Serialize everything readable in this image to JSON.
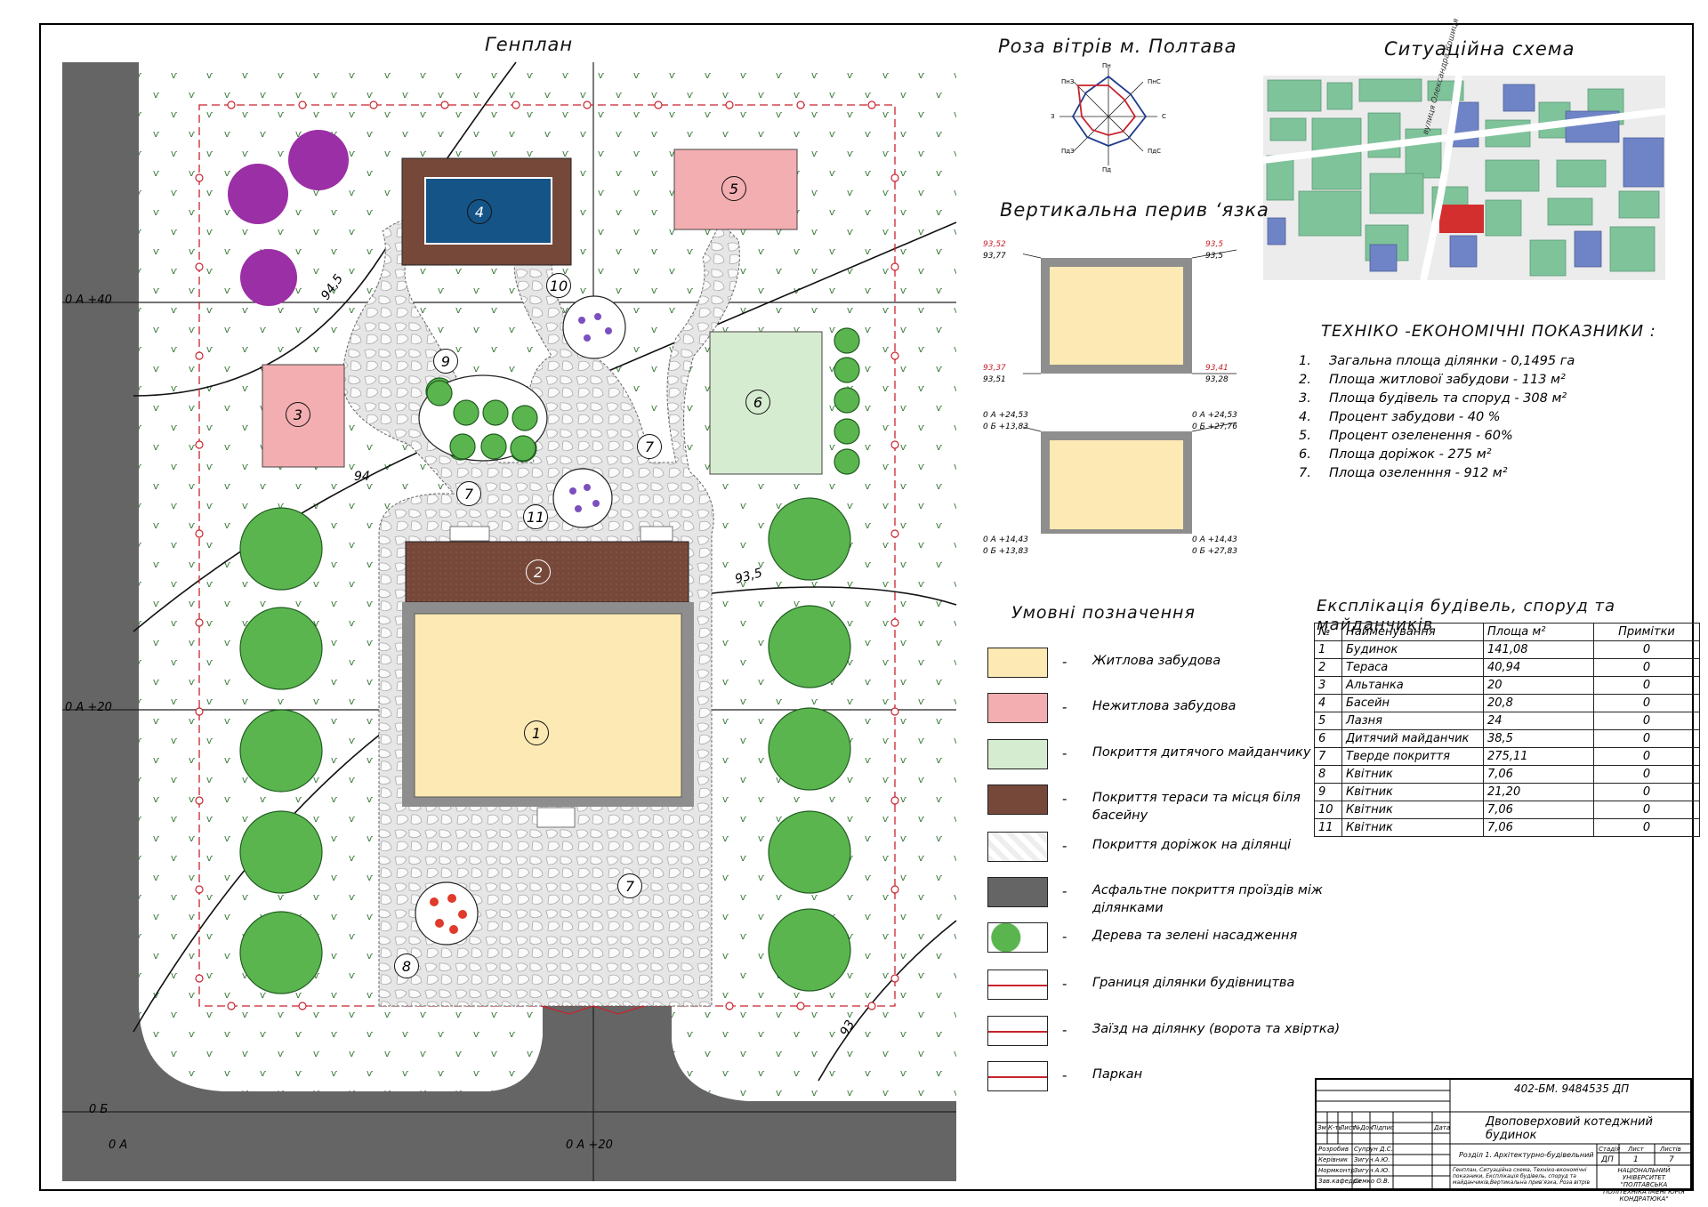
{
  "titles": {
    "genplan": "Генплан",
    "wind_rose": "Роза вітрів м. Полтава",
    "situation": "Ситуаційна схема",
    "vertical": "Вертикальна перив ‘язка",
    "tep": "ТЕХНІКО -ЕКОНОМІЧНІ ПОКАЗНИКИ :",
    "legend": "Умовні позначення",
    "explication": "Експлікація будівель, споруд та майданчиків"
  },
  "plan": {
    "axis_labels": {
      "a40": "0 А +40",
      "a20": "0 А +20",
      "b0": "0 Б",
      "a0": "0 А",
      "a20_bottom": "0 А +20"
    },
    "contours": [
      "94,5",
      "94",
      "93,5",
      "93"
    ],
    "markers": [
      "1",
      "2",
      "3",
      "4",
      "5",
      "6",
      "7",
      "7",
      "7",
      "8",
      "9",
      "10",
      "11"
    ],
    "street_label": "вулиця Олександра Кошиця",
    "colors": {
      "residential": "#fde9b3",
      "nonres": "#f3aeb1",
      "playground": "#d6ecd0",
      "terrace": "#76483a",
      "pool": "#155487",
      "asphalt": "#656565",
      "border": "#c8232c"
    }
  },
  "wind_rose": {
    "directions": [
      "Пн",
      "ПнС",
      "С",
      "ПдС",
      "Пд",
      "ПдЗ",
      "З",
      "ПнЗ"
    ]
  },
  "vertical": {
    "top": {
      "tl_red": "93,52",
      "tl": "93,77",
      "tr_red": "93,5",
      "tr": "93,5",
      "bl_red": "93,37",
      "bl": "93,51",
      "br_red": "93,41",
      "br": "93,28"
    },
    "bottom": {
      "tl1": "0 А +24,53",
      "tl2": "0 Б +13,83",
      "tr1": "0 А +24,53",
      "tr2": "0 Б +27,76",
      "bl1": "0 А +14,43",
      "bl2": "0 Б +13,83",
      "br1": "0 А +14,43",
      "br2": "0 Б +27,83"
    }
  },
  "tep": [
    {
      "n": "1.",
      "text": "Загальна площа ділянки - 0,1495 га"
    },
    {
      "n": "2.",
      "text": "Площа житлової забудови - 113 м²"
    },
    {
      "n": "3.",
      "text": "Площа будівель та споруд - 308 м²"
    },
    {
      "n": "4.",
      "text": "Процент забудови - 40 %"
    },
    {
      "n": "5.",
      "text": "Процент озеленення - 60%"
    },
    {
      "n": "6.",
      "text": "Площа доріжок - 275 м²"
    },
    {
      "n": "7.",
      "text": "Площа озеленння - 912 м²"
    }
  ],
  "legend": [
    {
      "label": "Житлова забудова",
      "swatch": "#fde9b3"
    },
    {
      "label": "Нежитлова забудова",
      "swatch": "#f3aeb1"
    },
    {
      "label": "Покриття дитячого майданчику",
      "swatch": "#d6ecd0"
    },
    {
      "label": "Покриття тераси та місця біля басейну",
      "swatch": "#76483a"
    },
    {
      "label": "Покриття доріжок на ділянці",
      "swatch": "#ffffff"
    },
    {
      "label": "Асфальтне покриття проїздів між ділянками",
      "swatch": "#656565"
    },
    {
      "label": "Дерева та зелені насадження",
      "swatch": "#ffffff"
    },
    {
      "label": "Границя ділянки будівництва",
      "swatch": "#ffffff"
    },
    {
      "label": "Заїзд на ділянку (ворота та хвіртка)",
      "swatch": "#ffffff"
    },
    {
      "label": "Паркан",
      "swatch": "#ffffff"
    }
  ],
  "legend_dash": "-",
  "explication": {
    "headers": [
      "№",
      "Найменування",
      "Площа м²",
      "Примітки"
    ],
    "rows": [
      [
        "1",
        "Будинок",
        "141,08",
        "0"
      ],
      [
        "2",
        "Тераса",
        "40,94",
        "0"
      ],
      [
        "3",
        "Альтанка",
        "20",
        "0"
      ],
      [
        "4",
        "Басейн",
        "20,8",
        "0"
      ],
      [
        "5",
        "Лазня",
        "24",
        "0"
      ],
      [
        "6",
        "Дитячий майданчик",
        "38,5",
        "0"
      ],
      [
        "7",
        "Тверде покриття",
        "275,11",
        "0"
      ],
      [
        "8",
        "Квітник",
        "7,06",
        "0"
      ],
      [
        "9",
        "Квітник",
        "21,20",
        "0"
      ],
      [
        "10",
        "Квітник",
        "7,06",
        "0"
      ],
      [
        "11",
        "Квітник",
        "7,06",
        "0"
      ]
    ]
  },
  "stamp": {
    "code": "402-БМ. 9484535 ДП",
    "project": "Двоповерховий котеджний будинок",
    "section": "Розділ 1. Архітектурно-будівельний",
    "sheet_desc": "Генплан, Ситуаційна схема, Техніко-економічні показники, Експлікація будівель, споруд та майданчиків,Вертикальна прив’язка, Роза вітрів",
    "col_headers": [
      "Зм",
      "К-ть",
      "Лист",
      "№Док",
      "Підпис",
      "Дата"
    ],
    "roles": [
      {
        "role": "Розробив",
        "name": "Супрун Д.С."
      },
      {
        "role": "Керівник",
        "name": "Зигун А.Ю."
      },
      {
        "role": "",
        "name": ""
      },
      {
        "role": "Нормконтр",
        "name": "Зигун А.Ю."
      },
      {
        "role": "Зав.кафедри",
        "name": "Семко О.В."
      }
    ],
    "stage_headers": [
      "Стадія",
      "Лист",
      "Листів"
    ],
    "stage_values": [
      "ДП",
      "1",
      "7"
    ],
    "org": "НАЦІОНАЛЬНИЙ УНІВЕРСИТЕТ \"ПОЛТАВСЬКА ПОЛІТЕХНІКА ІМЕНІ ЮРІЯ КОНДРАТЮКА\""
  }
}
